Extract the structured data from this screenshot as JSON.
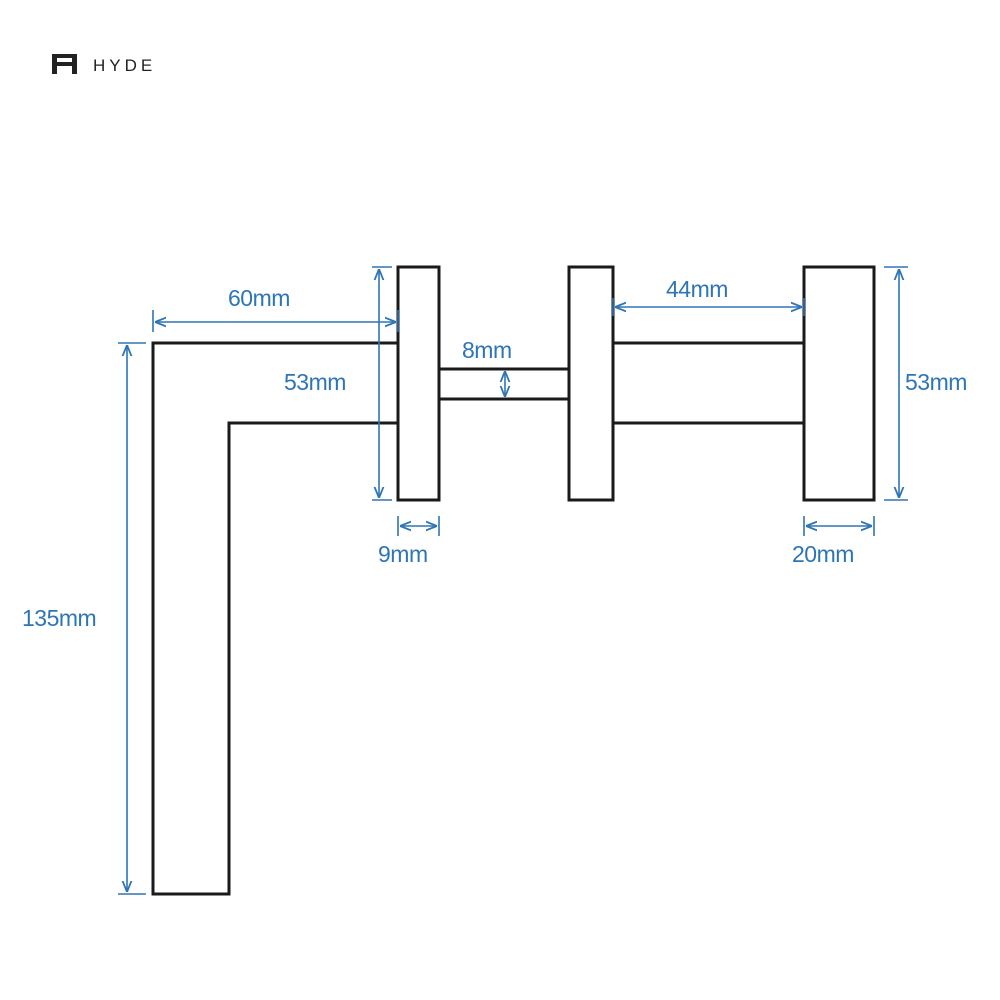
{
  "brand": {
    "name": "HYDE",
    "logo_icon": "h-logo-icon",
    "color": "#222222"
  },
  "colors": {
    "outline": "#1a1a1a",
    "dimension": "#2e75b6"
  },
  "dimensions": {
    "lever_width": "60mm",
    "rose_height_left": "53mm",
    "spindle_diameter": "8mm",
    "rose_thickness": "9mm",
    "handle_length": "135mm",
    "knob_distance": "44mm",
    "knob_height": "53mm",
    "knob_depth": "20mm"
  }
}
